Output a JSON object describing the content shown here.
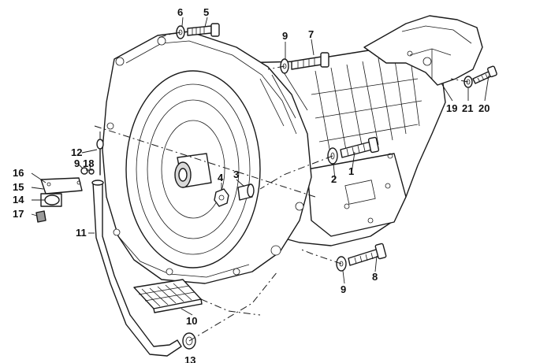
{
  "callouts": [
    {
      "id": "c1",
      "text": "1"
    },
    {
      "id": "c2",
      "text": "2"
    },
    {
      "id": "c3",
      "text": "3"
    },
    {
      "id": "c4",
      "text": "4"
    },
    {
      "id": "c5",
      "text": "5"
    },
    {
      "id": "c6",
      "text": "6"
    },
    {
      "id": "c7",
      "text": "7"
    },
    {
      "id": "c8",
      "text": "8"
    },
    {
      "id": "c9a",
      "text": "9"
    },
    {
      "id": "c9b",
      "text": "9"
    },
    {
      "id": "c9c",
      "text": "9"
    },
    {
      "id": "c10",
      "text": "10"
    },
    {
      "id": "c11",
      "text": "11"
    },
    {
      "id": "c12",
      "text": "12"
    },
    {
      "id": "c13",
      "text": "13"
    },
    {
      "id": "c14",
      "text": "14"
    },
    {
      "id": "c15",
      "text": "15"
    },
    {
      "id": "c16",
      "text": "16"
    },
    {
      "id": "c17",
      "text": "17"
    },
    {
      "id": "c18",
      "text": "18"
    },
    {
      "id": "c19",
      "text": "19"
    },
    {
      "id": "c20",
      "text": "20"
    },
    {
      "id": "c21",
      "text": "21"
    }
  ]
}
